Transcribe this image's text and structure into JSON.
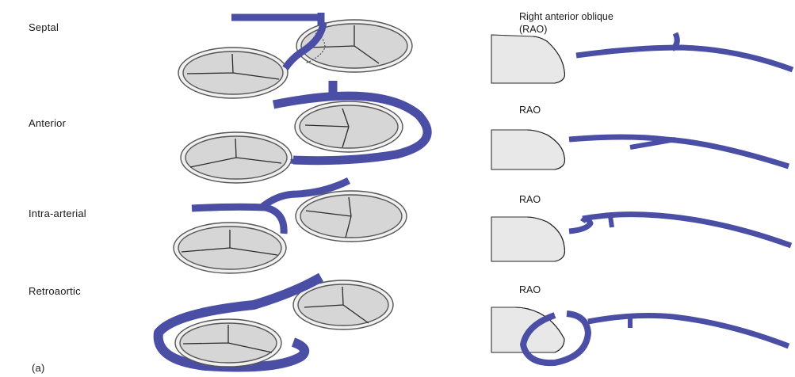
{
  "rows": [
    {
      "label": "Septal",
      "rao": "Right anterior oblique (RAO)"
    },
    {
      "label": "Anterior",
      "rao": "RAO"
    },
    {
      "label": "Intra-arterial",
      "rao": "RAO"
    },
    {
      "label": "Retroaortic",
      "rao": "RAO"
    }
  ],
  "panel_label": "(a)",
  "colors": {
    "artery": "#4a4fa5",
    "valve_fill": "#d6d6d6",
    "heart_fill": "#e8e8e8"
  }
}
